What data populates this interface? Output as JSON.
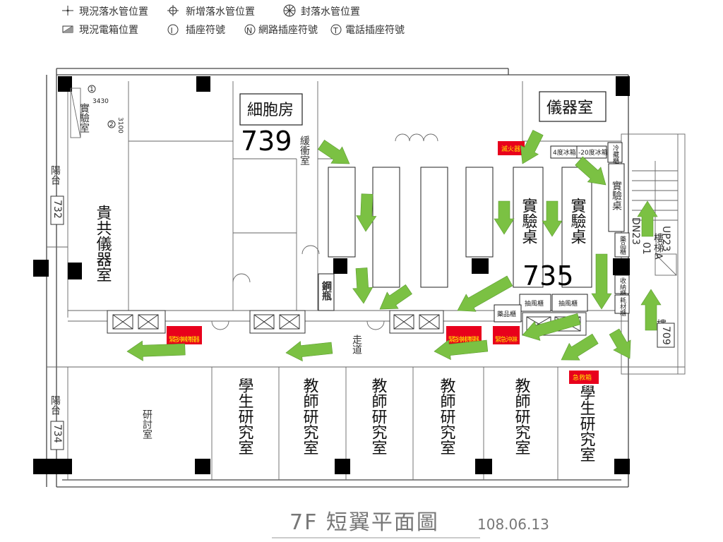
{
  "legend": {
    "existing_drain": "現況落水管位置",
    "new_drain": "新增落水管位置",
    "sealed_drain": "封落水管位置",
    "existing_box": "現況電箱位置",
    "outlet": "插座符號",
    "network_outlet": "網路插座符號",
    "phone_outlet": "電話插座符號",
    "outlet_glyph": "I",
    "network_glyph": "N",
    "phone_glyph": "T"
  },
  "rooms": {
    "cell_room": "細胞房",
    "cell_room_number": "739",
    "buffer_room": "緩衝室",
    "instrument_room": "儀器室",
    "lab_number": "735",
    "lab_bench_1": "實驗桌",
    "lab_bench_2": "實驗桌",
    "lab_bench_3": "實驗桌",
    "cylinder": "鋼瓶",
    "fume_hood_1": "抽風櫃",
    "fume_hood_2": "抽風櫃",
    "chem_cabinet": "藥品櫃",
    "shared_instrument": "貴共儀器室",
    "balcony_top": "陽台",
    "room_732": "732",
    "balcony_bottom": "陽台",
    "room_734": "734",
    "seminar": "研討室",
    "corridor": "走道",
    "student_1": "學生研究室",
    "teacher_1": "教師研究室",
    "teacher_2": "教師研究室",
    "teacher_3": "教師研究室",
    "teacher_4": "教師研究室",
    "student_2": "學生研究室",
    "stair_a": "樓梯A",
    "room_709": "709",
    "up23": "UP23",
    "dn23": "DN23",
    "stair_b": "樓梯B",
    "small_lab": "實驗室",
    "dim_3430": "3430",
    "dim_3100": "3100",
    "circle_1": "1",
    "circle_2": "2",
    "num_01": "01"
  },
  "equipment": {
    "extinguisher": "滅火器",
    "freezer_4c": "4度冰箱",
    "freezer_minus20": "-20度冰箱",
    "fridge_v": "冷藏櫃",
    "cabinet_v1": "藥品櫃",
    "cabinet_v2": "收納櫃",
    "cabinet_v3": "耗材櫃",
    "emergency_shower_1": "緊急沖淋洗眼器",
    "emergency_shower_2": "緊急沖淋洗眼器",
    "emergency_shower_3": "緊急沖淋",
    "spill_kit": "急救箱"
  },
  "footer": {
    "title": "7F 短翼平面圖",
    "date": "108.06.13"
  },
  "colors": {
    "arrow": "#7bc143",
    "alert": "#e8001c",
    "pillar": "#000000"
  }
}
